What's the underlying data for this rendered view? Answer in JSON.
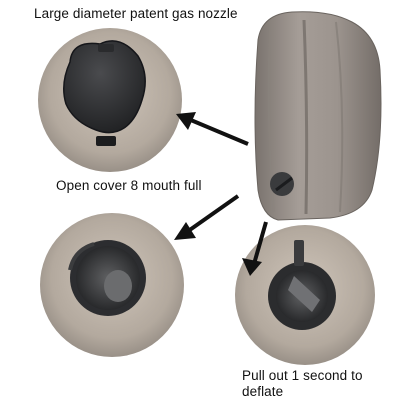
{
  "captions": {
    "top": "Large diameter patent gas nozzle",
    "middle": "Open cover 8 mouth full",
    "bottom": "Pull out 1 second to deflate"
  },
  "colors": {
    "pillow": "#9a928c",
    "pillow_shadow": "#6e6863",
    "fabric": "#b7ada3",
    "valve_dark": "#2a2b2d",
    "arrow": "#111111"
  }
}
